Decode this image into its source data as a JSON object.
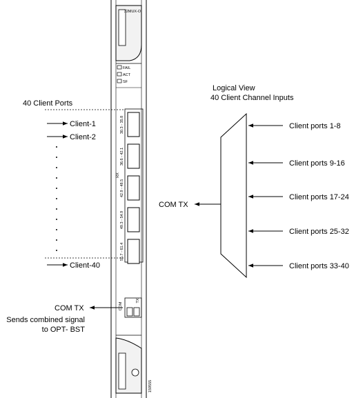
{
  "labels": {
    "client_ports_header": "40 Client Ports",
    "client_1": "Client-1",
    "client_2": "Client-2",
    "client_40": "Client-40",
    "com_tx_left": "COM TX",
    "sends_line1": "Sends combined signal",
    "sends_line2": "to OPT- BST"
  },
  "card": {
    "card_name": "32MUX-O",
    "leds": [
      "FAIL",
      "ACT",
      "SF"
    ],
    "rx_label": "RX",
    "ports": [
      "30.3 - 35.8",
      "36.6 - 42.1",
      "42.9 - 48.5",
      "49.3 - 54.9",
      "55.7 - 61.4"
    ],
    "com_label": "COM",
    "tx_label": "TX",
    "figure_number": "159555"
  },
  "logical_view": {
    "title_line1": "Logical View",
    "title_line2": "40 Client Channel Inputs",
    "output_label": "COM TX",
    "inputs": [
      "Client ports 1-8",
      "Client ports 9-16",
      "Client ports 17-24",
      "Client ports 25-32",
      "Client ports 33-40"
    ]
  },
  "colors": {
    "line": "#000000",
    "background": "#ffffff",
    "card_shade": "#eeeeee"
  }
}
